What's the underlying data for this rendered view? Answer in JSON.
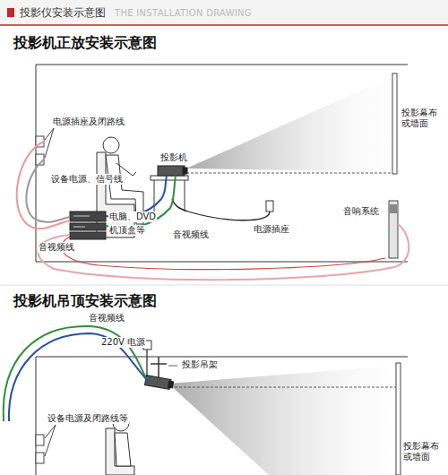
{
  "diagram": {
    "title": "投影仪安装示意图",
    "labels": [
      "THE INSTALLATION DRAWING",
      "投影机正放安装示意图",
      "电源插座及闭路线",
      "设备电源、信号线",
      "投影机",
      "投影幕布 或墙面",
      "电脑、DVD",
      "机顶盒等",
      "音视频线",
      "音视频线",
      "电源插座",
      "音响系统",
      "投影机吊顶安装示意图",
      "音视频线",
      "220V 电源",
      "投影吊架",
      "设备电源及闭路线等",
      "投影幕布 或墙面"
    ]
  }
}
